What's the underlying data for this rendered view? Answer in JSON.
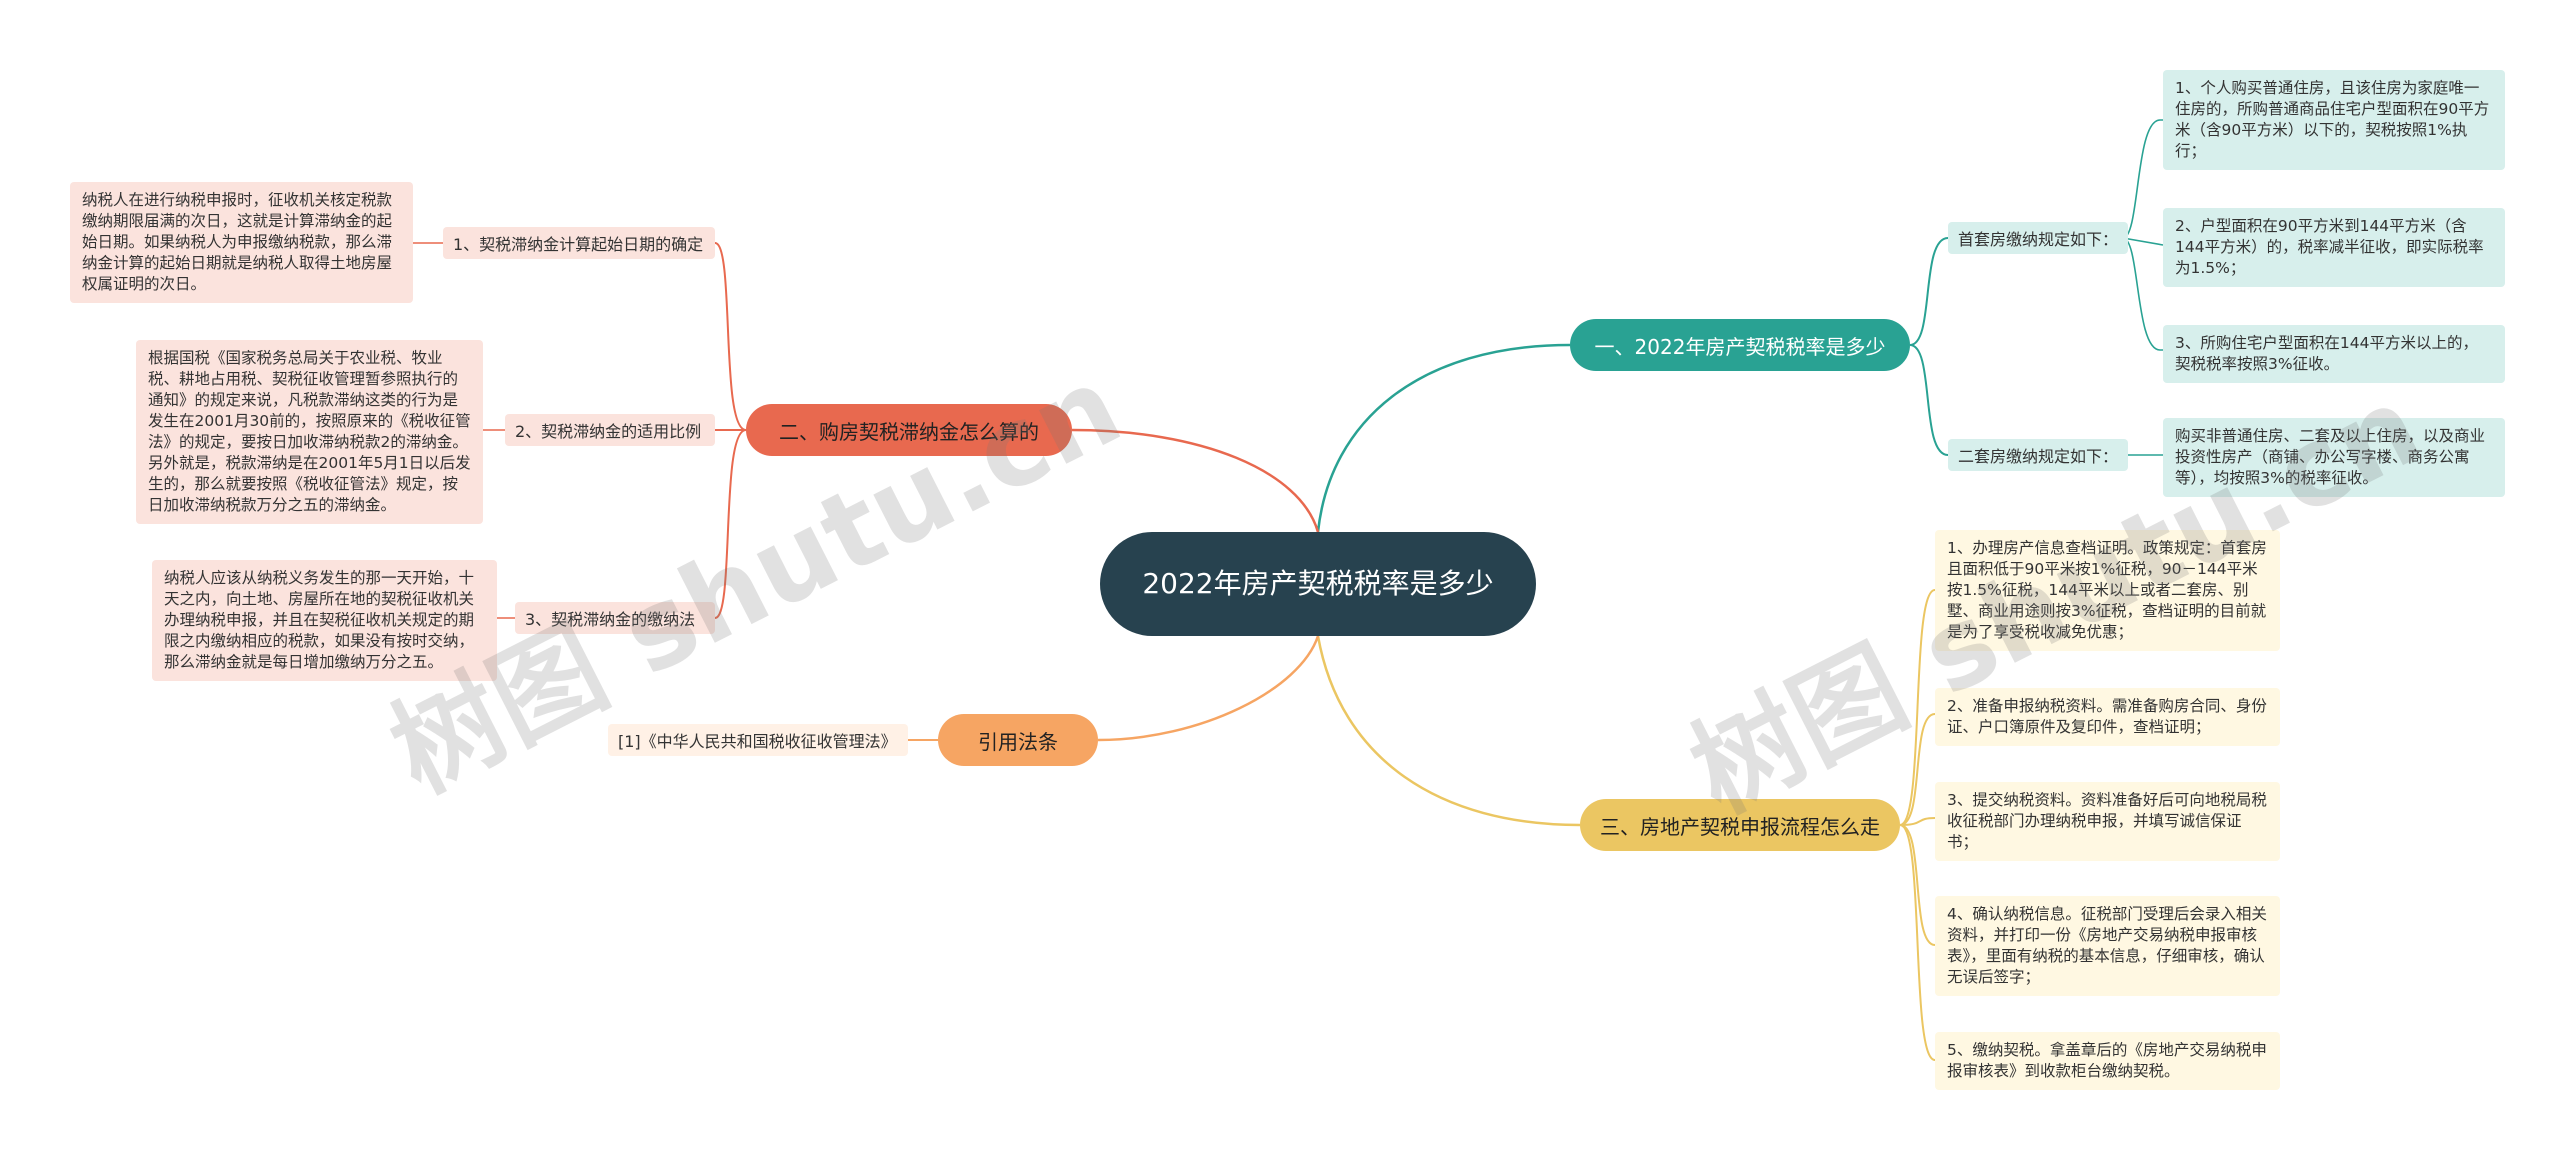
{
  "center": "2022年房产契税税率是多少",
  "watermark": "树图 shutu.cn",
  "branches": {
    "teal": {
      "title": "一、2022年房产契税税率是多少",
      "sub1": "首套房缴纳规定如下：",
      "sub1_items": [
        "1、个人购买普通住房，且该住房为家庭唯一住房的，所购普通商品住宅户型面积在90平方米（含90平方米）以下的，契税按照1%执行；",
        "2、户型面积在90平方米到144平方米（含144平方米）的，税率减半征收，即实际税率为1.5%；",
        "3、所购住宅户型面积在144平方米以上的，契税税率按照3%征收。"
      ],
      "sub2": "二套房缴纳规定如下：",
      "sub2_items": [
        "购买非普通住房、二套及以上住房，以及商业投资性房产（商铺、办公写字楼、商务公寓等），均按照3%的税率征收。"
      ]
    },
    "red": {
      "title": "二、购房契税滞纳金怎么算的",
      "items": [
        {
          "label": "1、契税滞纳金计算起始日期的确定",
          "detail": "纳税人在进行纳税申报时，征收机关核定税款缴纳期限届满的次日，这就是计算滞纳金的起始日期。如果纳税人为申报缴纳税款，那么滞纳金计算的起始日期就是纳税人取得土地房屋权属证明的次日。"
        },
        {
          "label": "2、契税滞纳金的适用比例",
          "detail": "根据国税《国家税务总局关于农业税、牧业税、耕地占用税、契税征收管理暂参照执行的通知》的规定来说，凡税款滞纳这类的行为是发生在2001月30前的，按照原来的《税收征管法》的规定，要按日加收滞纳税款2的滞纳金。另外就是，税款滞纳是在2001年5月1日以后发生的，那么就要按照《税收征管法》规定，按日加收滞纳税款万分之五的滞纳金。"
        },
        {
          "label": "3、契税滞纳金的缴纳法",
          "detail": "纳税人应该从纳税义务发生的那一天开始，十天之内，向土地、房屋所在地的契税征收机关办理纳税申报，并且在契税征收机关规定的期限之内缴纳相应的税款，如果没有按时交纳，那么滞纳金就是每日增加缴纳万分之五。"
        }
      ]
    },
    "orange": {
      "title": "引用法条",
      "items": [
        "[1]《中华人民共和国税收征收管理法》"
      ]
    },
    "yellow": {
      "title": "三、房地产契税申报流程怎么走",
      "items": [
        "1、办理房产信息查档证明。政策规定：首套房且面积低于90平米按1%征税，90－144平米按1.5%征税，144平米以上或者二套房、别墅、商业用途则按3%征税，查档证明的目前就是为了享受税收减免优惠；",
        "2、准备申报纳税资料。需准备购房合同、身份证、户口簿原件及复印件，查档证明；",
        "3、提交纳税资料。资料准备好后可向地税局税收征税部门办理纳税申报，并填写诚信保证书；",
        "4、确认纳税信息。征税部门受理后会录入相关资料，并打印一份《房地产交易纳税申报审核表》，里面有纳税的基本信息，仔细审核，确认无误后签字；",
        "5、缴纳契税。拿盖章后的《房地产交易纳税申报审核表》到收款柜台缴纳契税。"
      ]
    }
  },
  "colors": {
    "teal": "#29a293",
    "red": "#e8694f",
    "orange": "#f6a563",
    "yellow": "#ebc662",
    "center": "#27424f"
  }
}
